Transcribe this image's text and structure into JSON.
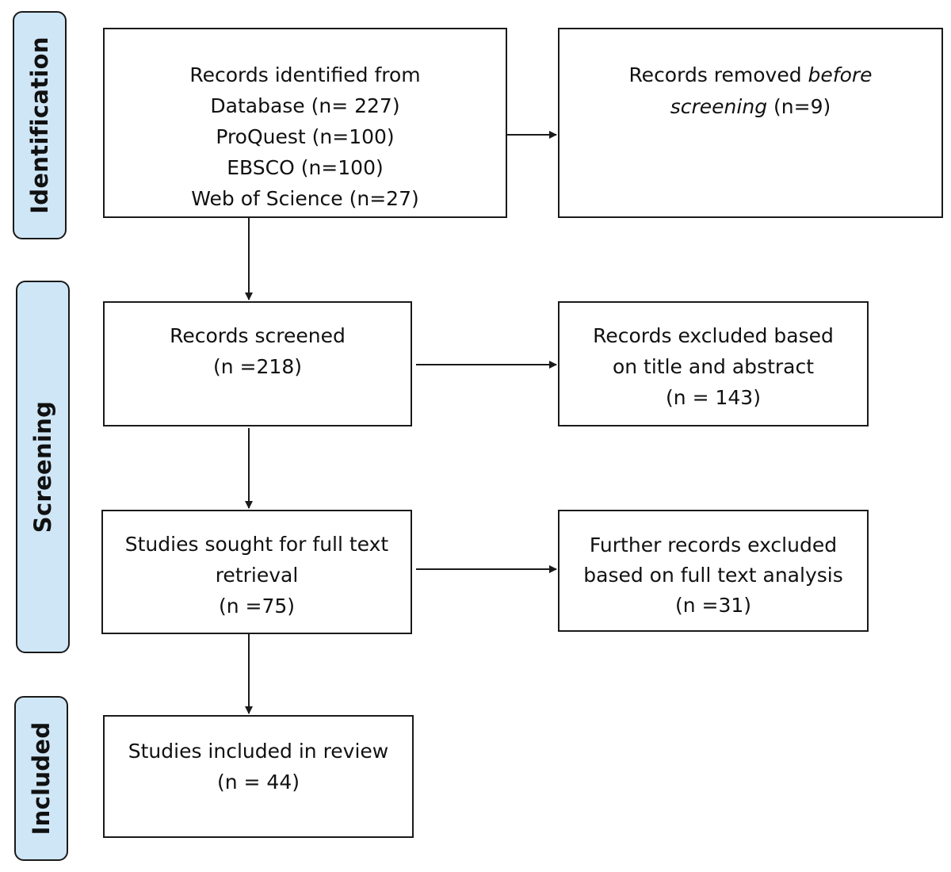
{
  "phases": {
    "identification": "Identification",
    "screening": "Screening",
    "included": "Included"
  },
  "boxes": {
    "records_identified": {
      "lines": [
        "Records identified from",
        "Database (n= 227)",
        "ProQuest (n=100)",
        "EBSCO (n=100)",
        "Web of Science (n=27)"
      ]
    },
    "records_removed": {
      "text_plain": "Records removed ",
      "text_italic_1": "before",
      "text_italic_2": "screening",
      "text_count": " (n=9)"
    },
    "records_screened": {
      "lines": [
        "Records screened",
        "(n =218)"
      ]
    },
    "records_excluded": {
      "lines": [
        "Records excluded based",
        "on title and abstract",
        "(n = 143)"
      ]
    },
    "studies_sought": {
      "lines": [
        "Studies sought for full text",
        "retrieval",
        "(n =75)"
      ]
    },
    "further_excluded": {
      "lines": [
        "Further records excluded",
        "based on full text analysis",
        "(n =31)"
      ]
    },
    "studies_included": {
      "lines": [
        "Studies included in review",
        "(n = 44)"
      ]
    }
  }
}
